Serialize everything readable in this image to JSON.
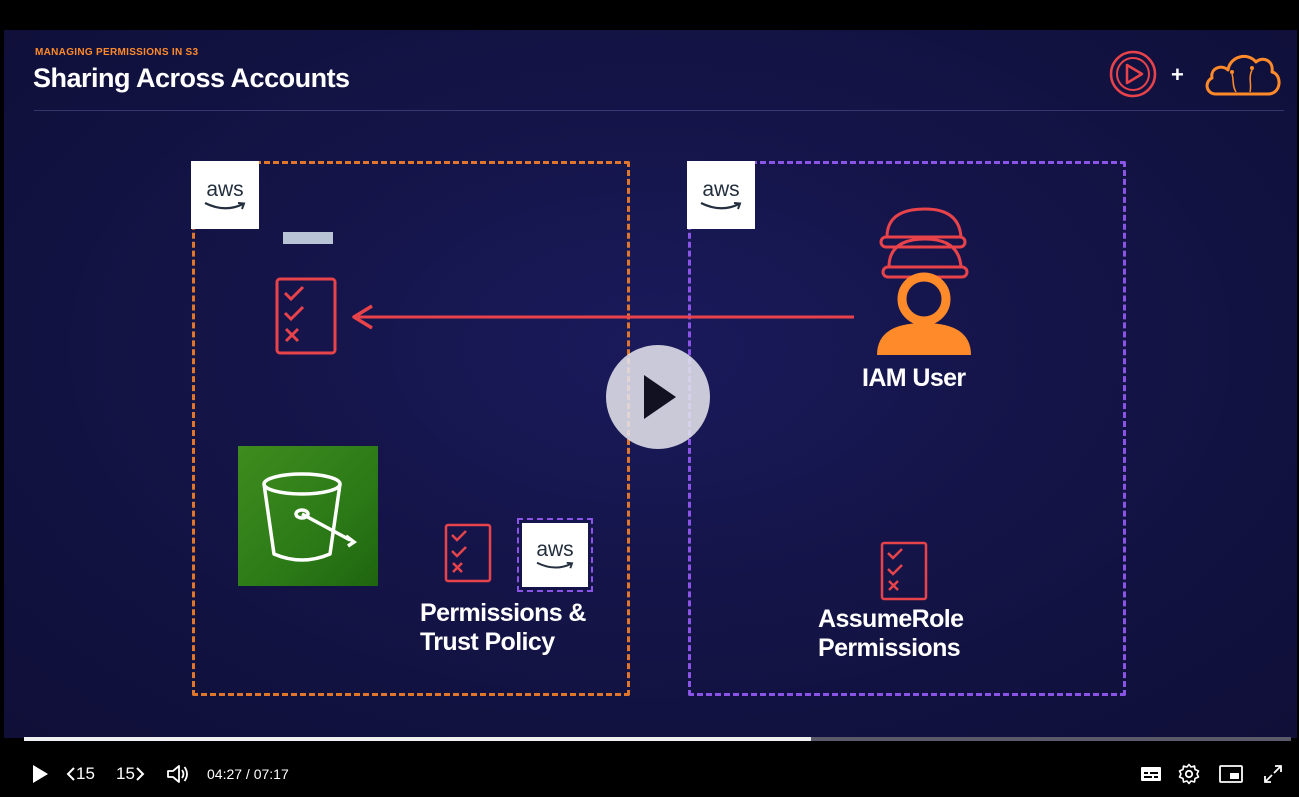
{
  "slide": {
    "kicker": "MANAGING PERMISSIONS IN S3",
    "title": "Sharing Across Accounts",
    "plus_sign": "+",
    "account_a": {
      "logo_text": "aws",
      "trust_logo_text": "aws",
      "caption_line1": "Permissions &",
      "caption_line2": "Trust Policy"
    },
    "account_b": {
      "logo_text": "aws",
      "iam_label": "IAM User",
      "caption_line1": "AssumeRole",
      "caption_line2": "Permissions"
    },
    "colors": {
      "accent_orange": "#e0752c",
      "accent_purple": "#8a55e6",
      "policy_red": "#e8434a",
      "bucket_green": "#3e8c1e"
    }
  },
  "player": {
    "progress_fraction": 0.6214,
    "controls": {
      "rewind_label": "15",
      "forward_label": "15",
      "current_time": "04:27",
      "separator": " / ",
      "duration": "07:17"
    },
    "icons": [
      "play-icon",
      "rewind-15-icon",
      "forward-15-icon",
      "volume-icon",
      "captions-icon",
      "settings-gear-icon",
      "picture-in-picture-icon",
      "fullscreen-icon"
    ]
  }
}
